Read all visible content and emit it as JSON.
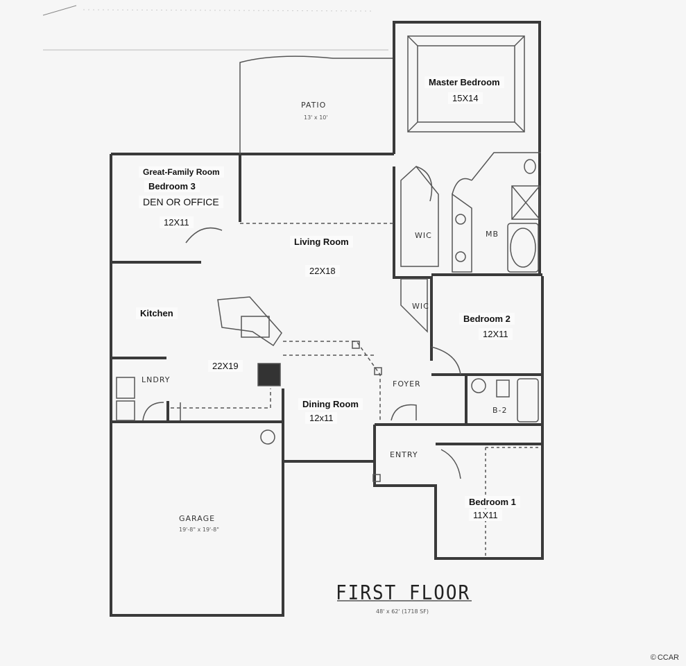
{
  "rooms": {
    "master_bedroom": {
      "name": "Master Bedroom",
      "size": "15X14"
    },
    "patio": {
      "name": "PATIO",
      "size": "13' x 10'"
    },
    "great_family": {
      "name": "Great-Family Room"
    },
    "bedroom3": {
      "name": "Bedroom 3",
      "alt": "DEN OR OFFICE",
      "size": "12X11"
    },
    "living": {
      "name": "Living Room",
      "size": "22X18"
    },
    "kitchen": {
      "name": "Kitchen",
      "size": "22X19"
    },
    "bedroom2": {
      "name": "Bedroom 2",
      "size": "12X11"
    },
    "dining": {
      "name": "Dining Room",
      "size": "12x11"
    },
    "bedroom1": {
      "name": "Bedroom 1",
      "size": "11X11"
    },
    "garage": {
      "name": "GARAGE",
      "size": "19'-8\" x 19'-8\""
    },
    "wic1": {
      "name": "WIC"
    },
    "wic2": {
      "name": "WIC"
    },
    "mb": {
      "name": "MB"
    },
    "b2": {
      "name": "B-2"
    },
    "lndry": {
      "name": "LNDRY"
    },
    "foyer": {
      "name": "FOYER"
    },
    "entry": {
      "name": "ENTRY"
    }
  },
  "footer": {
    "title": "FIRST FLOOR",
    "dims": "48' x 62'  (1718 SF)",
    "watermark": "CCAR"
  }
}
